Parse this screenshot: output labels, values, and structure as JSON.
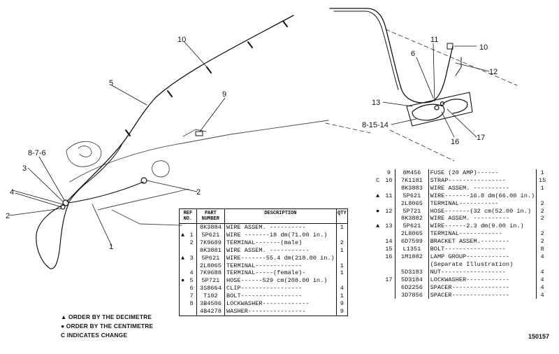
{
  "callouts": {
    "c10a": "10",
    "c5": "5",
    "c9": "9",
    "c876": "8-7-6",
    "c3": "3",
    "c4": "4",
    "c2a": "2",
    "c2b": "2",
    "c1": "1",
    "c11": "11",
    "c6": "6",
    "c10b": "10",
    "c12": "12",
    "c13": "13",
    "c81514": "8-15-14",
    "c16": "16",
    "c17": "17"
  },
  "left_table": {
    "headers": {
      "ref": "REF\nNO.",
      "part": "PART\nNUMBER",
      "description": "DESCRIPTION",
      "qty": "QTY"
    },
    "rows": [
      {
        "mark": "",
        "ref": "",
        "pn": "8K3884",
        "desc": "WIRE ASSEM. ----------",
        "qty": "1"
      },
      {
        "mark": "▲",
        "ref": "1",
        "pn": "5P621",
        "desc": "  WIRE -------18 dm(71.00 in.)",
        "qty": ""
      },
      {
        "mark": "",
        "ref": "2",
        "pn": "7K9689",
        "desc": "  TERMINAL-------(male)",
        "qty": "2"
      },
      {
        "mark": "",
        "ref": "",
        "pn": "8K3881",
        "desc": "WIRE ASSEM. -----------",
        "qty": "1"
      },
      {
        "mark": "▲",
        "ref": "3",
        "pn": "5P621",
        "desc": "  WIRE-------55.4 dm(218.00 in.)",
        "qty": ""
      },
      {
        "mark": "",
        "ref": "",
        "pn": "2L8065",
        "desc": "  TERMINAL-------------",
        "qty": "1"
      },
      {
        "mark": "",
        "ref": "4",
        "pn": "7K9688",
        "desc": "  TERMINAL-----(female)-",
        "qty": "1"
      },
      {
        "mark": "●",
        "ref": "5",
        "pn": "5P721",
        "desc": "  HOSE------529 cm(208.00 in.)",
        "qty": ""
      },
      {
        "mark": "",
        "ref": "6",
        "pn": "3S8664",
        "desc": "CLIP-----------------",
        "qty": "4"
      },
      {
        "mark": "",
        "ref": "7",
        "pn": "T102",
        "desc": "BOLT-----------------",
        "qty": "1"
      },
      {
        "mark": "",
        "ref": "8",
        "pn": "3B4506",
        "desc": "LOCKWASHER-------------",
        "qty": "9"
      },
      {
        "mark": "",
        "ref": "",
        "pn": "4B4278",
        "desc": "WASHER----------------",
        "qty": "9"
      }
    ]
  },
  "right_table": {
    "rows": [
      {
        "mark": "",
        "ref": "9",
        "pn": "8M456",
        "desc": "FUSE      (20 AMP)------",
        "qty": "1"
      },
      {
        "mark": "C",
        "ref": "10",
        "pn": "7K1181",
        "desc": "STRAP----------------",
        "qty": "15"
      },
      {
        "mark": "",
        "ref": "",
        "pn": "8K3883",
        "desc": "WIRE ASSEM. ----------",
        "qty": "1"
      },
      {
        "mark": "▲",
        "ref": "11",
        "pn": "5P621",
        "desc": "  WIRE-------16.8 dm(66.00 in.)",
        "qty": ""
      },
      {
        "mark": "",
        "ref": "",
        "pn": "2L8065",
        "desc": "  TERMINAL-----------",
        "qty": "2"
      },
      {
        "mark": "●",
        "ref": "12",
        "pn": "5P721",
        "desc": "  HOSE-------(32 cm(52.00 in.)",
        "qty": "2"
      },
      {
        "mark": "",
        "ref": "",
        "pn": "8K3882",
        "desc": "WIRE ASSEM. ----------",
        "qty": "2"
      },
      {
        "mark": "▲",
        "ref": "13",
        "pn": "5P621",
        "desc": "  WIRE------2.3 dm(9.00 in.)",
        "qty": ""
      },
      {
        "mark": "",
        "ref": "",
        "pn": "2L8065",
        "desc": "  TERMINAL------------",
        "qty": "2"
      },
      {
        "mark": "",
        "ref": "14",
        "pn": "6D7599",
        "desc": "BRACKET ASSEM.--------",
        "qty": "2"
      },
      {
        "mark": "",
        "ref": "15",
        "pn": "L1351",
        "desc": "BOLT-----------------",
        "qty": "8"
      },
      {
        "mark": "",
        "ref": "16",
        "pn": "1M1882",
        "desc": "LAMP GROUP------------",
        "qty": "4"
      },
      {
        "mark": "",
        "ref": "",
        "pn": "",
        "desc": "  (Separate Illustration)",
        "qty": ""
      },
      {
        "mark": "",
        "ref": "",
        "pn": "5D3183",
        "desc": "NUT------------------",
        "qty": "4"
      },
      {
        "mark": "",
        "ref": "17",
        "pn": "5D3184",
        "desc": "LOCKWASHER------------",
        "qty": "4"
      },
      {
        "mark": "",
        "ref": "",
        "pn": "6D2256",
        "desc": "SPACER----------------",
        "qty": "4"
      },
      {
        "mark": "",
        "ref": "",
        "pn": "3D7856",
        "desc": "SPACER----------------",
        "qty": "4"
      }
    ]
  },
  "legend": {
    "decimetre": "▲ ORDER BY THE DECIMETRE",
    "centimetre": "● ORDER BY THE CENTIMETRE",
    "change": "C INDICATES CHANGE"
  },
  "figure_number": "150157"
}
